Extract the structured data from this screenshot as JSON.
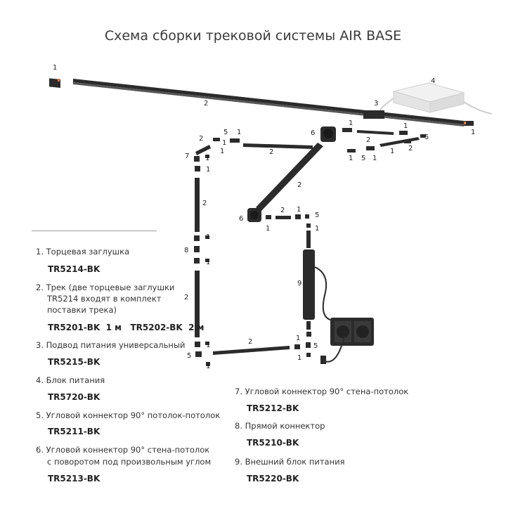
{
  "title": "Схема сборки трековой системы AIR BASE",
  "callouts": {
    "c1": "1",
    "c2": "2",
    "c3": "3",
    "c4": "4",
    "c5": "5",
    "c6": "6",
    "c7": "7",
    "c8": "8",
    "c9": "9"
  },
  "legend": {
    "item1": {
      "text": "1. Торцевая заглушка",
      "code": "TR5214-BK"
    },
    "item2": {
      "line1": "2. Трек (две торцевые заглушки",
      "line2": "TR5214 входят в комплект",
      "line3": "поставки трека)",
      "code": "TR5201-BK  1 м   TR5202-BK  2 м"
    },
    "item3": {
      "text": "3. Подвод питания универсальный",
      "code": "TR5215-BK"
    },
    "item4": {
      "text": "4. Блок питания",
      "code": "TR5720-BK"
    },
    "item5": {
      "text": "5. Угловой коннектор 90° потолок-потолок",
      "code": "TR5211-BK"
    },
    "item6": {
      "line1": "6. Угловой коннектор 90° стена-потолок",
      "line2": "с поворотом под произвольным углом",
      "code": "TR5213-BK"
    },
    "item7": {
      "text": "7. Угловой коннектор 90° стена-потолок",
      "code": "TR5212-BK"
    },
    "item8": {
      "text": "8. Прямой коннектор",
      "code": "TR5210-BK"
    },
    "item9": {
      "text": "9. Внешний блок питания",
      "code": "TR5220-BK"
    }
  },
  "colors": {
    "track": "#2b2b2b",
    "accent": "#e07a3a",
    "text": "#333333"
  }
}
